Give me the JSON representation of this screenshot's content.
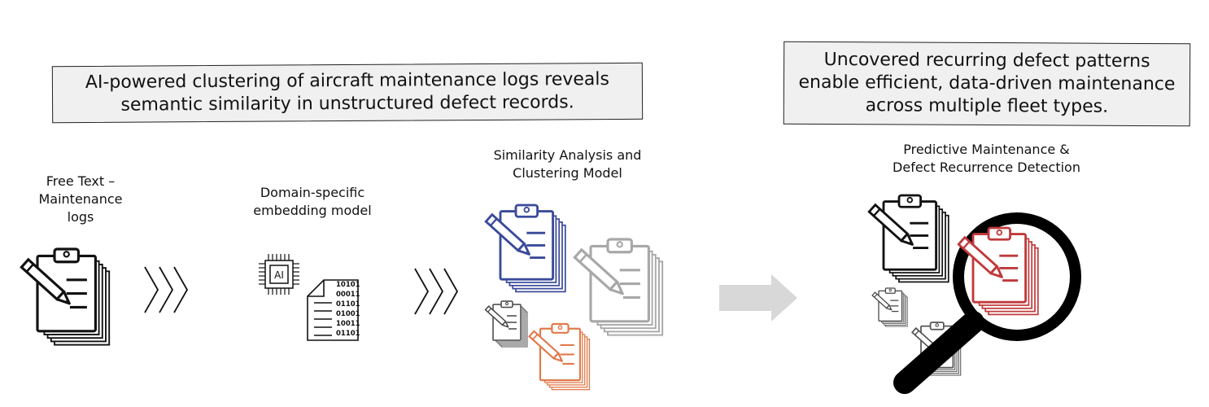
{
  "callouts": {
    "left": {
      "lines": [
        "AI-powered clustering of aircraft maintenance logs reveals",
        "semantic similarity in unstructured defect records."
      ]
    },
    "right": {
      "lines": [
        "Uncovered recurring defect patterns",
        "enable efficient, data-driven maintenance",
        "across multiple fleet types."
      ]
    }
  },
  "stages": {
    "free_text": {
      "lines": [
        "Free Text –",
        "Maintenance",
        "logs"
      ],
      "icon": "clipboard-pencil-icon"
    },
    "embedding": {
      "lines": [
        "Domain-specific",
        "embedding model"
      ],
      "chip_text": "AI",
      "binary_rows": [
        "10101",
        "00011",
        "01101",
        "01001",
        "10011",
        "01101"
      ]
    },
    "similarity": {
      "lines": [
        "Similarity Analysis and",
        "Clustering Model"
      ]
    },
    "predictive": {
      "lines": [
        "Predictive Maintenance &",
        "Defect Recurrence Detection"
      ],
      "icon": "magnifier-icon"
    }
  },
  "colors": {
    "ink": "#111111",
    "blue": "#3a4a9a",
    "gray": "#a8a8a8",
    "orange": "#e07a4a",
    "red": "#c0393b",
    "arrow": "#d8d8d8",
    "callout_fill": "#f0f0f0"
  }
}
